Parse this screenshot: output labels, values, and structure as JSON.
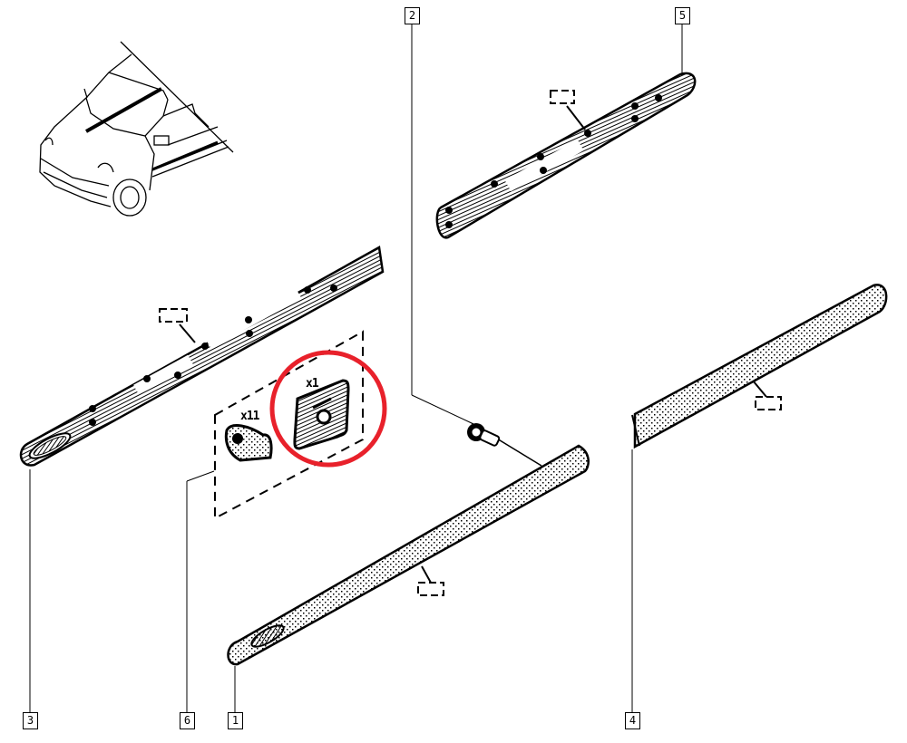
{
  "diagram": {
    "type": "exploded-parts-diagram",
    "subject": "side protection moldings",
    "highlight_color": "#e8212b",
    "line_color": "#000000",
    "background": "#ffffff"
  },
  "callouts": [
    {
      "id": "1",
      "label": "1",
      "part": "front door molding (lower, dotted)"
    },
    {
      "id": "2",
      "label": "2",
      "part": "screw / bolt fastener"
    },
    {
      "id": "3",
      "label": "3",
      "part": "long side molding with ribbed finish"
    },
    {
      "id": "4",
      "label": "4",
      "part": "rear molding (dotted)"
    },
    {
      "id": "5",
      "label": "5",
      "part": "upper short molding with ribbed finish"
    },
    {
      "id": "6",
      "label": "6",
      "part": "fastener kit (clips)"
    }
  ],
  "kit": {
    "clip_qty": "x11",
    "plate_qty": "x1",
    "highlighted_item": "retaining plate x1"
  }
}
